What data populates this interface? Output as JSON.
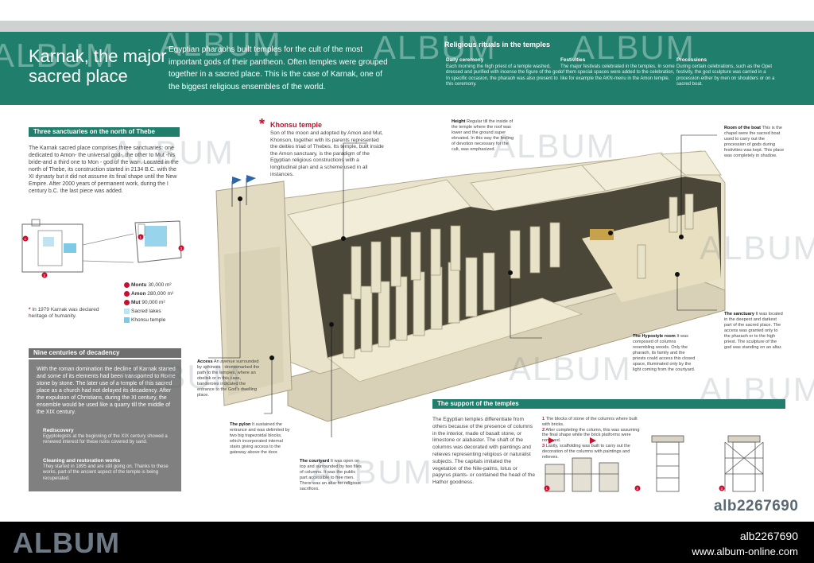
{
  "header": {
    "title": "Karnak, the major sacred place",
    "intro": "Egyptian pharaohs built temples for the cult of the most important gods of their pantheon. Often temples were grouped together in a sacred place. This is the case of Karnak, one of the biggest religious ensembles of the world.",
    "rituals_heading": "Religious rituals in the temples",
    "rituals": [
      {
        "title": "Daily ceremony",
        "text": "Each morning the high priest of a temple washed, dressed and purified with incense the figure of the god. In specific occasion, the pharaoh was also present to this ceremony."
      },
      {
        "title": "Festivities",
        "text": "The major festivals celebrated in the temples. In some of them special spaces were added to the celebration, like for example the AKN-menu in the Amon temple."
      },
      {
        "title": "Processions",
        "text": "During certain celebrations, such as the Opet festivity, the god sculpture was carried in a procession either by men on shoulders or on a sacred boat."
      }
    ]
  },
  "sanctuaries": {
    "heading": "Three sanctuaries on the north of Thebe",
    "text": "The Karnak sacred place comprises three sanctuaries: one dedicated to Amon- the universal god-, the other to Mut -his bride-and a third one to Mon - god of the war-. Located in the north of Thebe, its construction started in 2134 B.C. with the XI dynasty but it did not assume its final shape until the New Empire. After 2000 years of permanent work, during the I century b.C. the last piece was added.",
    "legend": [
      {
        "num": "1",
        "name": "Montu",
        "value": "30,000 m²"
      },
      {
        "num": "2",
        "name": "Amon",
        "value": "280,000 m²"
      },
      {
        "num": "3",
        "name": "Mut",
        "value": "90,000 m²"
      }
    ],
    "legend_extra": [
      "Sacred lakes",
      "Khonsu temple"
    ],
    "heritage_note": "In 1979 Karnak was declared heritage of humanity."
  },
  "decadency": {
    "heading": "Nine centuries of decadency",
    "text": "With the roman domination the decline of Karnak started and some of its elements had been transported to Rome stone by stone. The later use of a temple of this sacred place as a church had not delayed its decadency. After the expulsion of Christians, during the XI century, the ensemble would be used like a quarry till the middle of the XIX century.",
    "sub": [
      {
        "title": "Rediscovery",
        "text": "Egyptologists at the beginning of the XIX century showed a renewed interest for these ruins covered by sand."
      },
      {
        "title": "Cleaning and restoration works",
        "text": "They started in 1895 and are still going on. Thanks to these works, part of the ancient aspect of the temple is being recuperated."
      }
    ]
  },
  "khonsu": {
    "heading": "Khonsu temple",
    "text": "Son of the moon and adopted by Amon and Mut, Khonson, together with its parents represented the deities triad of Thebes. Its temple, built inside the Amon sanctuary, is the paradigm of the Egyptian religious constructions with a longitudinal plan and a scheme used in all instances."
  },
  "callouts": {
    "height": {
      "title": "Height",
      "text": "Regular till the inside of the temple where the roof was lower and the ground super elevated. In this way the feeling of devotion necessary for the cult, was emphasized."
    },
    "boat": {
      "title": "Room of the boat",
      "text": "This is the chapel were the sacred boat used to carry out the procession of gods during festivities was kept. This place was completely in shadow."
    },
    "sanctuary": {
      "title": "The sanctuary",
      "text": "It was located in the deepest and darkest part of the sacred place. The access was granted only to the pharaoh or to the high priest. The sculpture of the god was standing on an altar."
    },
    "hypostyle": {
      "title": "The Hypostyle room",
      "text": "It was composed of columns resembling woods. Only the pharaoh, its family and the priests could access this closed space, illuminated only by the light coming from the courtyard."
    },
    "access": {
      "title": "Access",
      "text": "An avenue surrounded by sphinxes - dromemarked the path to the temples, where an obelisk or in this case, banderoles indicated the entrance to the God's dwelling place."
    },
    "pylon": {
      "title": "The pylon",
      "text": "It sustained the entrance and was delimited by two big trapezoidal blocks, which incorporated internal stairs giving access to the gateway above the door."
    },
    "courtyard": {
      "title": "The courtyard",
      "text": "It was open on top and surrounded by two files of columns. It was the public part accessible to free men. There was an altar for religious sacrifices."
    }
  },
  "support": {
    "heading": "The support of the temples",
    "text": "The Egyptian temples differentiate from others because of the presence of columns in the interior, made of basalt stone, or limestone or alabaster. The shaft of the columns was decorated with paintings and relieves representing religious or naturalist subjects. The capitals imitated the vegetation of the Nile-palms, lotus or papyrus plants- or contained the head of the Hathor goodness.",
    "steps": [
      {
        "num": "1",
        "text": "The blocks of stone of the columns where built with bricks."
      },
      {
        "num": "2",
        "text": "After completing the column, this was assuming the final shape while the brick platforms were removed."
      },
      {
        "num": "3",
        "text": "Lastly, scaffolding was built to carry out the decoration of the columns with paintings and relieves."
      }
    ]
  },
  "watermark": {
    "brand": "ALBUM",
    "id": "alb2267690",
    "url": "www.album-online.com"
  },
  "colors": {
    "header": "#1f7f6c",
    "accent_red": "#c8102e",
    "section_bar": "#1f7f6c",
    "gray_box": "#7f807f"
  }
}
